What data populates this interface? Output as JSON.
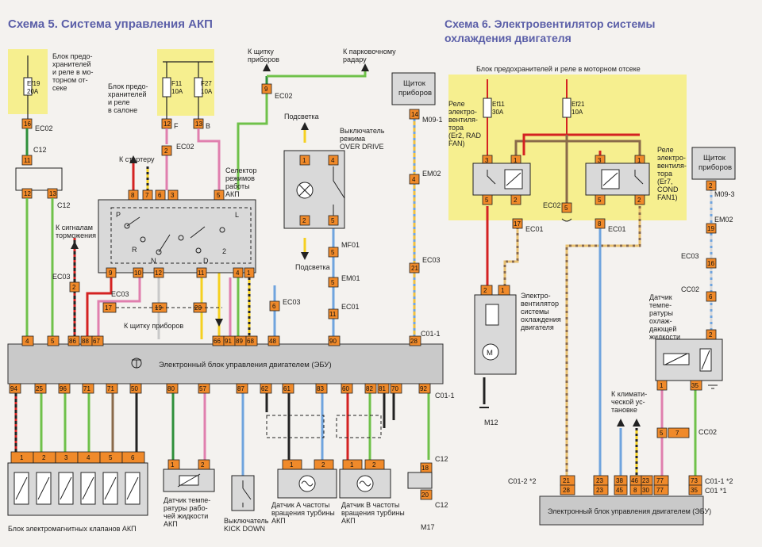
{
  "scheme5": {
    "title": "Схема 5. Система управления АКП",
    "fuse_block_engine": "Блок предохранителей и реле в моторном отсеке",
    "fuse_block_engine_lines": [
      "Блок предо-",
      "хранителей",
      "и реле в мо-",
      "торном от-",
      "секе"
    ],
    "fuse_block_cabin_lines": [
      "Блок предо-",
      "хранителей",
      "и реле",
      "в салоне"
    ],
    "fuse_ef19": "Ef19",
    "fuse_ef19_amp": "20A",
    "fuse_f11": "F11",
    "fuse_f11_amp": "10A",
    "fuse_f27": "F27",
    "fuse_f27_amp": "10A",
    "to_dashboard_top": [
      "К щитку",
      "приборов"
    ],
    "to_parking_radar": [
      "К парковочному",
      "радару"
    ],
    "dashboard_box": [
      "Щиток",
      "приборов"
    ],
    "to_starter": "К стартеру",
    "selector_lines": [
      "Селектор",
      "режимов",
      "работы",
      "АКП"
    ],
    "illumination_top": "Подсветка",
    "illumination_bottom": "Подсветка",
    "overdrive_lines": [
      "Выключатель",
      "режима",
      "OVER DRIVE"
    ],
    "to_brake_lines": [
      "К сигналам",
      "торможения"
    ],
    "to_dashboard_mid": "К щитку приборов",
    "ecu_label": "Электронный блок управления двигателем (ЭБУ)",
    "connectors": [
      "EC02",
      "C12",
      "C12",
      "EC02",
      "EC02",
      "EC03",
      "EC03",
      "M09-1",
      "EM02",
      "EC03",
      "MF01",
      "EM01",
      "EC01",
      "C01-1",
      "C01-1",
      "C12",
      "C12"
    ],
    "letters": [
      "F",
      "B",
      "P",
      "R",
      "N",
      "D",
      "L",
      "2"
    ],
    "ecu_top_pins": [
      "4",
      "5",
      "86",
      "88",
      "67",
      "66",
      "91",
      "89",
      "68",
      "48",
      "90",
      "28"
    ],
    "ecu_bottom_pins": [
      "94",
      "25",
      "96",
      "71",
      "50",
      "80",
      "57",
      "87",
      "62",
      "61",
      "83",
      "60",
      "82",
      "81",
      "70",
      "92"
    ],
    "bottom_pins_solenoids": [
      "1",
      "2",
      "3",
      "4",
      "5",
      "6"
    ],
    "solenoids_label": "Блок электромагнитных клапанов АКП",
    "sensor_oil_lines": [
      "Датчик темпе-",
      "ратуры рабо-",
      "чей жидкости",
      "АКП"
    ],
    "kickdown_lines": [
      "Выключатель",
      "KICK DOWN"
    ],
    "sensor_a_lines": [
      "Датчик А частоты",
      "вращения турбины",
      "АКП"
    ],
    "sensor_b_lines": [
      "Датчик В частоты",
      "вращения турбины",
      "АКП"
    ],
    "m_label": "M17"
  },
  "scheme6": {
    "title_lines": [
      "Схема 6. Электровентилятор системы",
      "охлаждения двигателя"
    ],
    "fuse_block": "Блок предохранителей и реле в моторном отсеке",
    "fuse_ef11": "Ef11",
    "fuse_ef11_amp": "30A",
    "fuse_ef21": "Ef21",
    "fuse_ef21_amp": "10A",
    "relay1_lines": [
      "Реле",
      "электро-",
      "вентиля-",
      "тора",
      "(Er2, RAD",
      "FAN)"
    ],
    "relay2_lines": [
      "Реле",
      "электро-",
      "вентиля-",
      "тора",
      "(Er7,",
      "COND",
      "FAN1)"
    ],
    "dashboard_box": [
      "Щиток",
      "приборов"
    ],
    "fan_lines": [
      "Электро-",
      "вентилятор",
      "системы",
      "охлаждения",
      "двигателя"
    ],
    "motor": "M",
    "to_climate_lines": [
      "К климати-",
      "ческой ус-",
      "тановке"
    ],
    "coolant_sensor_lines": [
      "Датчик",
      "темпе-",
      "ратуры",
      "охлаж-",
      "дающей",
      "жидкости"
    ],
    "ecu_label": "Электронный блок управления двигателем (ЭБУ)",
    "connectors": [
      "EC02",
      "EC01",
      "EC01",
      "M09-3",
      "EM02",
      "EC03",
      "CC02",
      "CC02",
      "M12"
    ],
    "c01_2": "C01-2 *2",
    "c01_1_a": "C01-1 *2",
    "c01_1_b": "C01 *1",
    "ecu_row1": [
      "21",
      "23",
      "38",
      "46",
      "23",
      "77",
      "73"
    ],
    "ecu_row2": [
      "28",
      "23",
      "45",
      "8",
      "30",
      "77",
      "35"
    ]
  }
}
